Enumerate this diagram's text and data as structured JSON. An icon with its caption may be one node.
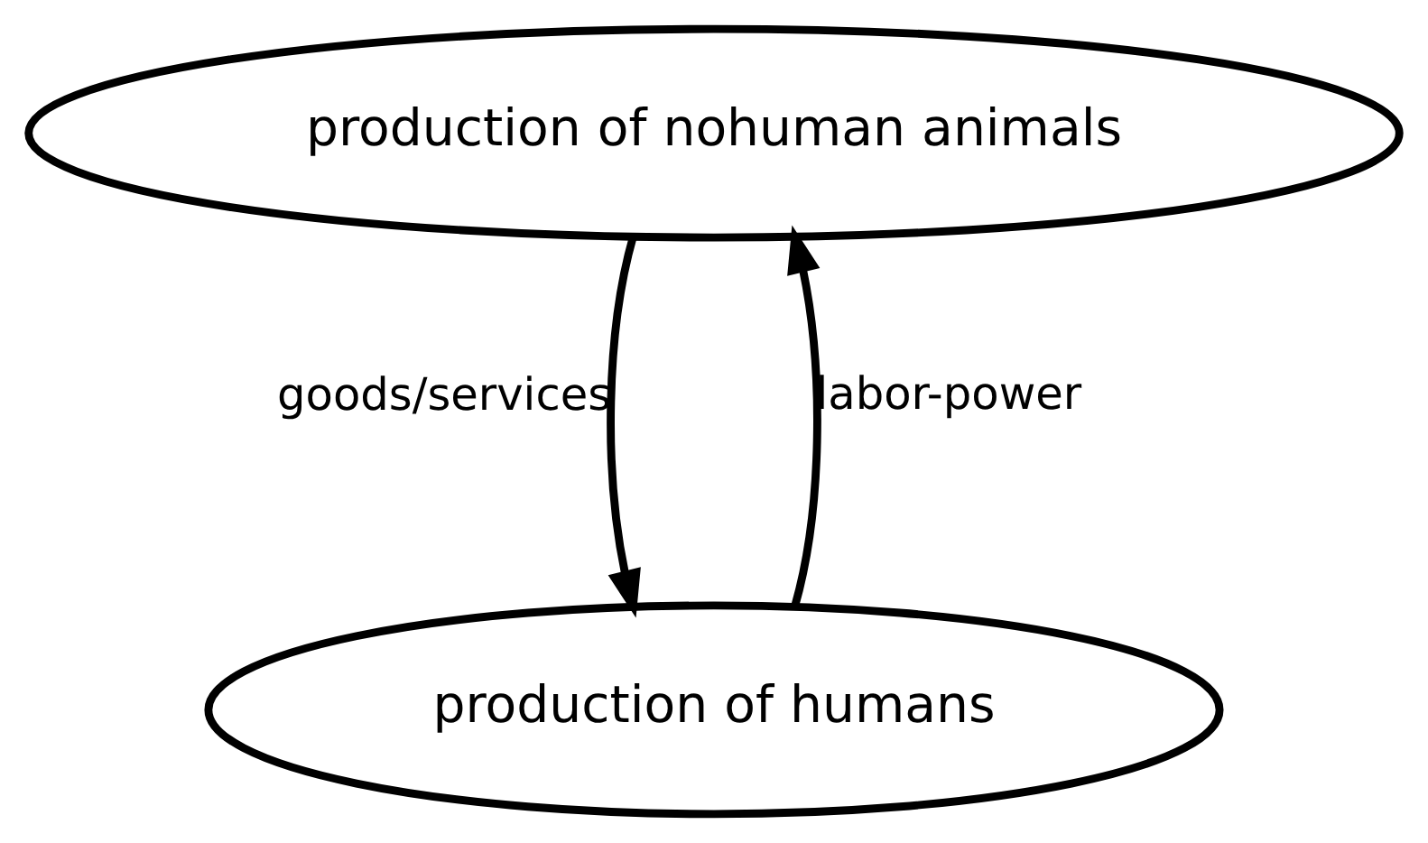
{
  "diagram": {
    "nodes": [
      {
        "text": [
          "production of nohuman animals"
        ]
      },
      {
        "text": [
          "production of humans"
        ]
      }
    ],
    "edges": [
      {
        "from": 0,
        "to": 1,
        "arrow": "to",
        "label": "goods/services"
      },
      {
        "from": 1,
        "to": 0,
        "arrow": "to",
        "label": "labor-power"
      }
    ]
  }
}
